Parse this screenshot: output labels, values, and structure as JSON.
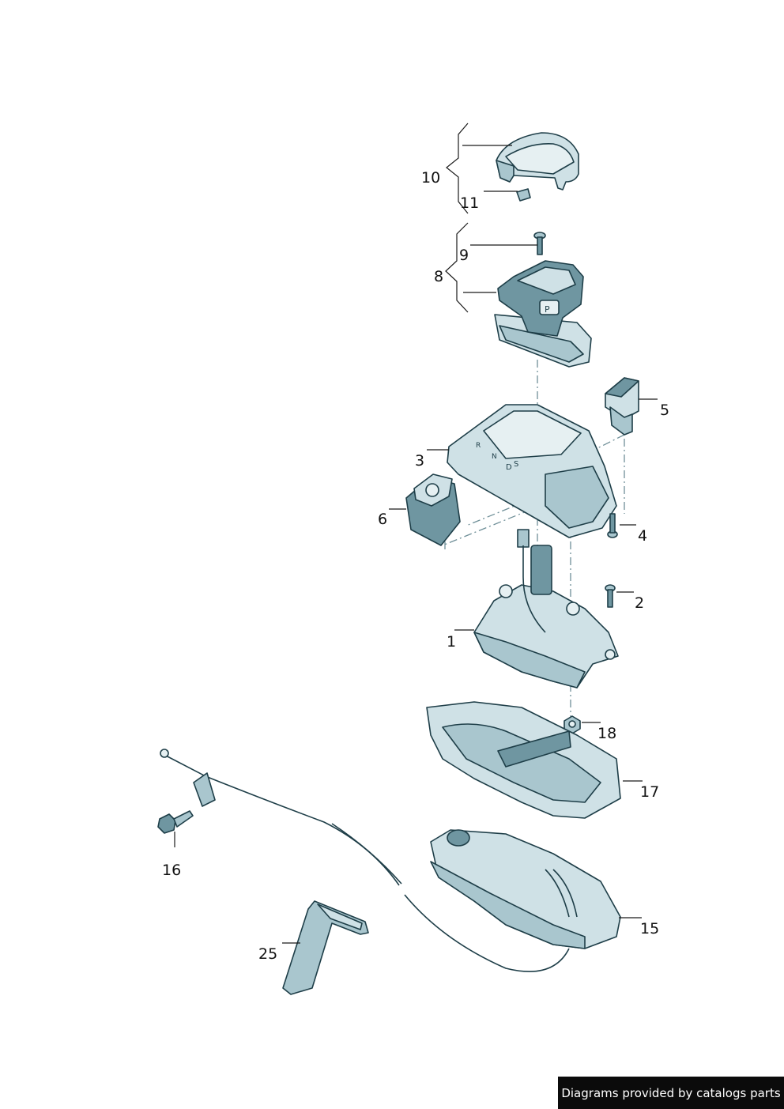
{
  "callouts": [
    {
      "id": "p1",
      "label": "1"
    },
    {
      "id": "p2",
      "label": "2"
    },
    {
      "id": "p3",
      "label": "3"
    },
    {
      "id": "p4",
      "label": "4"
    },
    {
      "id": "p5",
      "label": "5"
    },
    {
      "id": "p6",
      "label": "6"
    },
    {
      "id": "p8",
      "label": "8"
    },
    {
      "id": "p9",
      "label": "9"
    },
    {
      "id": "p10",
      "label": "10"
    },
    {
      "id": "p11",
      "label": "11"
    },
    {
      "id": "p15",
      "label": "15"
    },
    {
      "id": "p16",
      "label": "16"
    },
    {
      "id": "p17",
      "label": "17"
    },
    {
      "id": "p18",
      "label": "18"
    },
    {
      "id": "p25",
      "label": "25"
    }
  ],
  "gear_labels": {
    "r": "R",
    "n": "N",
    "d": "D",
    "s": "S"
  },
  "button_p": "P",
  "footer": {
    "credit": "Diagrams provided by catalogs parts"
  },
  "colors": {
    "part_light": "#cfe1e6",
    "part_outline": "#1e3e48",
    "credit_bg": "#0b0b0b"
  }
}
